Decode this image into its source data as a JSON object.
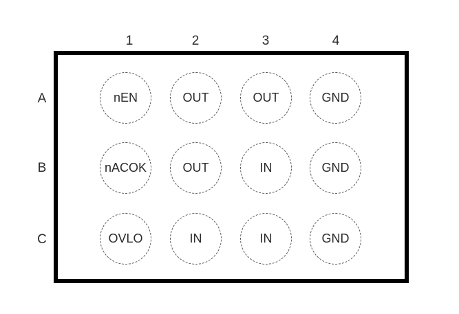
{
  "columns": [
    "1",
    "2",
    "3",
    "4"
  ],
  "rows": [
    "A",
    "B",
    "C"
  ],
  "pins": [
    [
      "nEN",
      "OUT",
      "OUT",
      "GND"
    ],
    [
      "nACOK",
      "OUT",
      "IN",
      "GND"
    ],
    [
      "OVLO",
      "IN",
      "IN",
      "GND"
    ]
  ],
  "colors": {
    "outline": "#000000",
    "ball_border": "#555555",
    "text": "#2b2b2b"
  }
}
